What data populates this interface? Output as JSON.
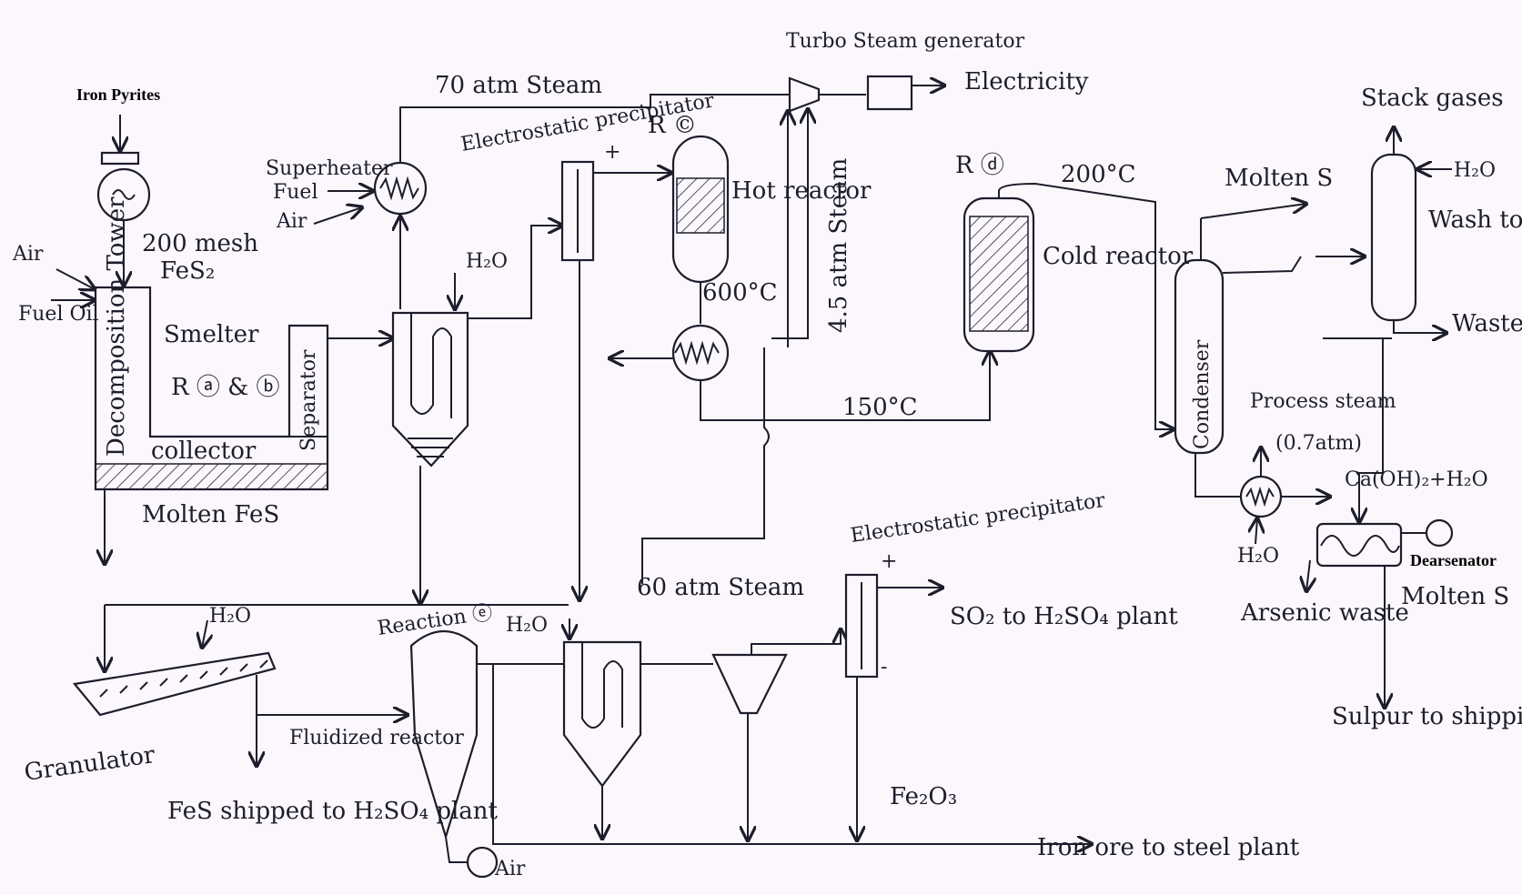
{
  "labels": {
    "iron_pyrites": "Iron Pyrites",
    "turbo": "Turbo Steam generator",
    "electricity": "Electricity",
    "steam70": "70 atm Steam",
    "esp1": "Electrostatic precipitator",
    "r_c": "R ©",
    "superheater": "Superheater",
    "fuel": "Fuel",
    "air": "Air",
    "mesh": "200 mesh",
    "fes2": "FeS₂",
    "fuel_oil": "Fuel Oil",
    "decomp": "Decomposition Tower",
    "smelter": "Smelter",
    "rab": "R ⓐ & ⓑ",
    "separator": "Separator",
    "collector": "collector",
    "molten_fes": "Molten FeS",
    "h2o": "H₂O",
    "hot_reactor": "Hot reactor",
    "temp600": "600°C",
    "steam45": "4.5 atm Steam",
    "r_d": "R ⓓ",
    "temp200": "200°C",
    "cold_reactor": "Cold reactor",
    "temp150": "150°C",
    "molten_s": "Molten S",
    "stack_gases": "Stack gases",
    "wash_tower": "Wash tower",
    "waste": "Waste",
    "condenser": "Condenser",
    "process_steam": "Process steam",
    "process_steam_p": "(0.7atm)",
    "caoh": "Ca(OH)₂+H₂O",
    "dearsenator": "Dearsenator",
    "arsenic_waste": "Arsenic waste",
    "molten_s2": "Molten S",
    "sulpur": "Sulpur to shipping",
    "esp2": "Electrostatic precipitator",
    "so2": "SO₂ to H₂SO₄ plant",
    "steam60": "60 atm Steam",
    "reaction_e": "Reaction ⓔ",
    "granulator": "Granulator",
    "fluidized": "Fluidized reactor",
    "fes_ship": "FeS shipped to H₂SO₄ plant",
    "fe2o3": "Fe₂O₃",
    "iron_ore": "Iron ore to steel plant",
    "plus": "+",
    "minus": "-"
  }
}
